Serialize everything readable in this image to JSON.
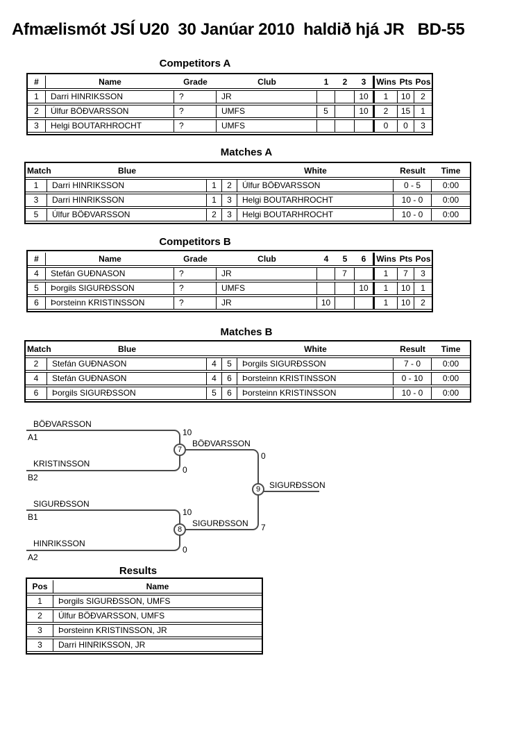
{
  "title": "Afmælismót JSÍ U20  30 Janúar 2010  haldið hjá JR   BD-55",
  "competitors_a": {
    "title": "Competitors A",
    "headers": [
      "#",
      "Name",
      "Grade",
      "Club",
      "1",
      "2",
      "3",
      "Wins",
      "Pts",
      "Pos"
    ],
    "rows": [
      [
        "1",
        "Darri HINRIKSSON",
        "?",
        "JR",
        "",
        "",
        "10",
        "1",
        "10",
        "2"
      ],
      [
        "2",
        "Úlfur BÖÐVARSSON",
        "?",
        "UMFS",
        "5",
        "",
        "10",
        "2",
        "15",
        "1"
      ],
      [
        "3",
        "Helgi BOUTARHROCHT",
        "?",
        "UMFS",
        "",
        "",
        "",
        "0",
        "0",
        "3"
      ]
    ]
  },
  "matches_a": {
    "title": "Matches A",
    "headers": {
      "match": "Match",
      "blue": "Blue",
      "white": "White",
      "result": "Result",
      "time": "Time"
    },
    "rows": [
      [
        "1",
        "Darri HINRIKSSON",
        "1",
        "2",
        "Úlfur BÖÐVARSSON",
        "0 - 5",
        "0:00"
      ],
      [
        "3",
        "Darri HINRIKSSON",
        "1",
        "3",
        "Helgi BOUTARHROCHT",
        "10 - 0",
        "0:00"
      ],
      [
        "5",
        "Úlfur BÖÐVARSSON",
        "2",
        "3",
        "Helgi BOUTARHROCHT",
        "10 - 0",
        "0:00"
      ]
    ]
  },
  "competitors_b": {
    "title": "Competitors B",
    "headers": [
      "#",
      "Name",
      "Grade",
      "Club",
      "4",
      "5",
      "6",
      "Wins",
      "Pts",
      "Pos"
    ],
    "rows": [
      [
        "4",
        "Stefán GUÐNASON",
        "?",
        "JR",
        "",
        "7",
        "",
        "1",
        "7",
        "3"
      ],
      [
        "5",
        "Þorgils SIGURÐSSON",
        "?",
        "UMFS",
        "",
        "",
        "10",
        "1",
        "10",
        "1"
      ],
      [
        "6",
        "Þorsteinn KRISTINSSON",
        "?",
        "JR",
        "10",
        "",
        "",
        "1",
        "10",
        "2"
      ]
    ]
  },
  "matches_b": {
    "title": "Matches B",
    "headers": {
      "match": "Match",
      "blue": "Blue",
      "white": "White",
      "result": "Result",
      "time": "Time"
    },
    "rows": [
      [
        "2",
        "Stefán GUÐNASON",
        "4",
        "5",
        "Þorgils SIGURÐSSON",
        "7 - 0",
        "0:00"
      ],
      [
        "4",
        "Stefán GUÐNASON",
        "4",
        "6",
        "Þorsteinn KRISTINSSON",
        "0 - 10",
        "0:00"
      ],
      [
        "6",
        "Þorgils SIGURÐSSON",
        "5",
        "6",
        "Þorsteinn KRISTINSSON",
        "10 - 0",
        "0:00"
      ]
    ]
  },
  "bracket": {
    "semifinal_1": {
      "match_no": "7",
      "top_name": "BÖÐVARSSON",
      "top_seed": "A1",
      "top_score": "10",
      "bottom_name": "KRISTINSSON",
      "bottom_seed": "B2",
      "bottom_score": "0",
      "winner_name": "BÖÐVARSSON",
      "winner_score": "0"
    },
    "semifinal_2": {
      "match_no": "8",
      "top_name": "SIGURÐSSON",
      "top_seed": "B1",
      "top_score": "10",
      "bottom_name": "HINRIKSSON",
      "bottom_seed": "A2",
      "bottom_score": "0",
      "winner_name": "SIGURÐSSON",
      "winner_score": "7"
    },
    "final": {
      "match_no": "9",
      "winner_name": "SIGURÐSSON"
    }
  },
  "results": {
    "title": "Results",
    "headers": [
      "Pos",
      "Name"
    ],
    "rows": [
      [
        "1",
        "Þorgils SIGURÐSSON, UMFS"
      ],
      [
        "2",
        "Úlfur BÖÐVARSSON, UMFS"
      ],
      [
        "3",
        "Þorsteinn KRISTINSSON, JR"
      ],
      [
        "3",
        "Darri HINRIKSSON, JR"
      ]
    ]
  },
  "colors": {
    "table_border": "#000000",
    "bracket_line": "#4a4a4a",
    "text": "#000000",
    "background": "#ffffff"
  }
}
